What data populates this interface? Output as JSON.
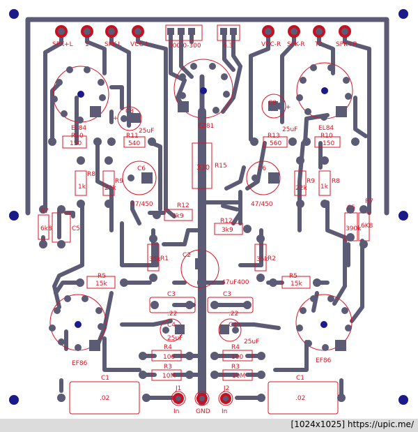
{
  "footer": {
    "text": "[1024x1025] https://upic.me/"
  },
  "colors": {
    "trace": "#5b5b75",
    "pad_ring": "#c81020",
    "silk": "#e01020",
    "hole": "#1a1a8a",
    "board": "#ffffff"
  },
  "labels": {
    "spk_l_minus": "SPK+L",
    "one": "1",
    "spk_l_plus": "SPK-L",
    "vcc_l": "VCC-L",
    "hv": "300-0-300",
    "heater": "6.3",
    "vcc_r": "VCC-R",
    "spk_r_minus": "SPK-R",
    "t2": "T2",
    "spk_r_plus": "SPK+R",
    "el84_l": "EL84",
    "el84_r": "EL84",
    "ez81": "EZ81",
    "r10_l": "R10",
    "r10_l_val": "150",
    "r11_l": "R11",
    "r11_l_val": "540",
    "r13_r": "R13",
    "r13_r_val": "560",
    "r10_r": "R10",
    "r10_r_val": "150",
    "c8_l": "C8",
    "c8_l_val": "25uF",
    "c8_r": "C8",
    "c8_r_val": "25uF",
    "plus_l": "+",
    "plus_r": "+",
    "r8_l": "R8",
    "r8_l_val": "1k",
    "r9_l": "R9",
    "r9_l_val": "22k",
    "r9_r": "R9",
    "r9_r_val": "22k",
    "r8_r": "R8",
    "r8_r_val": "1k",
    "c6_l": "C6",
    "c6_l_val": "47/450",
    "c6_r": "C6",
    "c6_r_val": "47/450",
    "r330": "330",
    "r15": "R15",
    "r12_l": "R12",
    "r12_l_val": "3k9",
    "r12_r": "R12",
    "r12_r_val": "3k9",
    "r7_l": "R7",
    "r7_l_val": "6k8",
    "c5_l": "C5",
    "r7_r": "R7",
    "r7_r_val": "6K8",
    "c5_r": "C5",
    "c5_r_val": "390k",
    "r1_l": "R1",
    "r1_l_val": "35k",
    "r2_r": "R2",
    "r2_r_val": "35k",
    "c2": "C2",
    "c2_val": "47uF400",
    "r5_l": "R5",
    "r5_l_val": "15k",
    "r5_r": "R5",
    "r5_r_val": "15k",
    "c3_l": "C3",
    "c3_l_val": ".22",
    "c3_r": "C3",
    "c3_r_val": ".22",
    "c4_l": "C4",
    "c4_l_val": "25uF",
    "c4_r": "C4",
    "c4_r_val": "25uF",
    "ef86_l": "EF86",
    "ef86_r": "EF86",
    "r4_l": "R4",
    "r4_l_val": "100",
    "r4_r": "R4",
    "r4_r_val": "100",
    "r3_l": "R3",
    "r3_l_val": "10M",
    "r3_r": "R3",
    "r3_r_val": "10M",
    "c1_l": "C1",
    "c1_l_val": ".02",
    "c1_r": "C1",
    "c1_r_val": ".02",
    "j1": "J1",
    "j2": "J2",
    "in_l": "In",
    "in_r": "In",
    "gnd": "GND"
  }
}
